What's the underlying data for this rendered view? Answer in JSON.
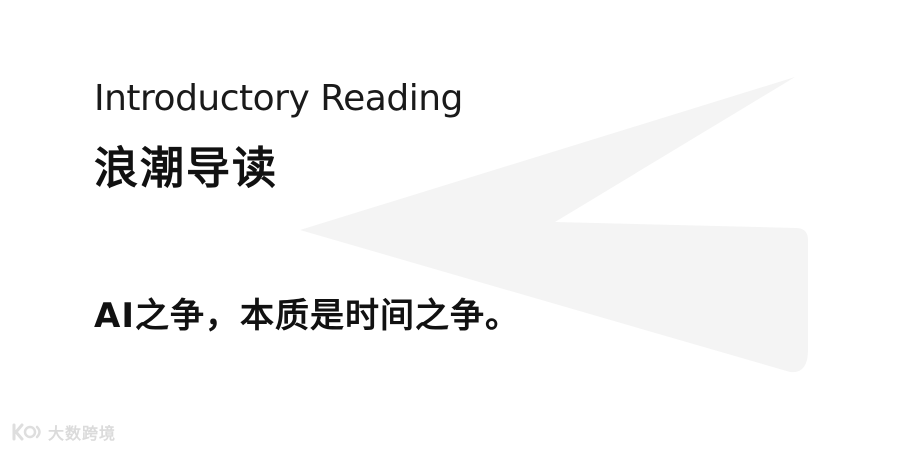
{
  "intro": {
    "subtitle_en": "Introductory Reading",
    "title_cn": "浪潮导读"
  },
  "content": {
    "headline": "AI之争，本质是时间之争。"
  },
  "watermark": {
    "text": "大数跨境",
    "icon": "brand-logo-icon"
  },
  "colors": {
    "background": "#ffffff",
    "text": "#111111",
    "decor_shape": "#f4f4f4",
    "watermark": "#bfbfbf"
  }
}
